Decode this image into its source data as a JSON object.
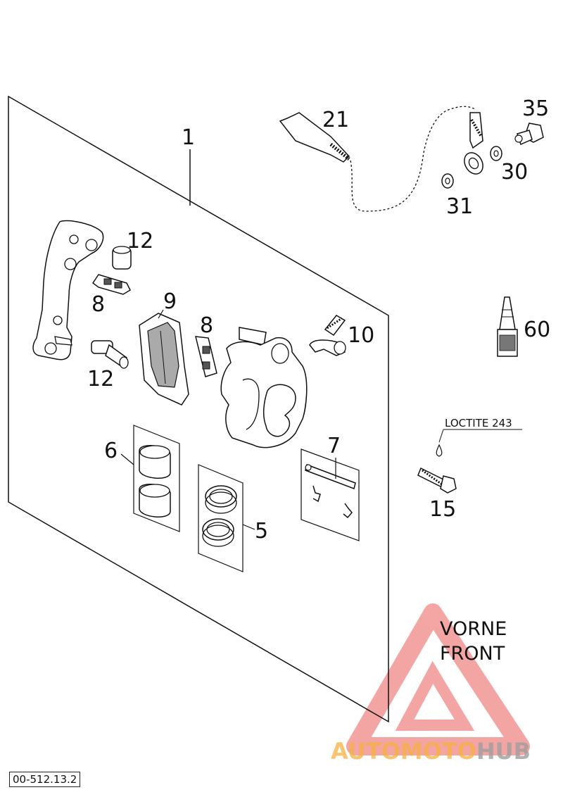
{
  "callouts": {
    "c1": "1",
    "c5": "5",
    "c6": "6",
    "c7": "7",
    "c8a": "8",
    "c8b": "8",
    "c9": "9",
    "c10": "10",
    "c12a": "12",
    "c12b": "12",
    "c15": "15",
    "c21": "21",
    "c30": "30",
    "c31": "31",
    "c35": "35",
    "c60": "60"
  },
  "loctite_note": "LOCTITE 243",
  "direction": {
    "line1": "VORNE",
    "line2": "FRONT"
  },
  "watermark": {
    "part1": "AUTO",
    "part2": "MOTO",
    "part3": "HUB",
    "color_red": "#e53935",
    "color_orange": "#f5b041",
    "color_gray": "#9e9e9e"
  },
  "reference_code": "00-512.13.2"
}
